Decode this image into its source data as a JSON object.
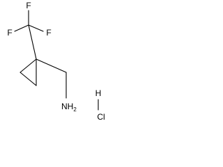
{
  "molecule": {
    "atoms": {
      "f_top": "F",
      "f_left": "F",
      "f_right": "F",
      "amine_n": "NH",
      "amine_sub": "2",
      "h": "H",
      "cl": "Cl"
    }
  },
  "colors": {
    "bond": "#000000",
    "text": "#000000",
    "background": "#ffffff"
  }
}
